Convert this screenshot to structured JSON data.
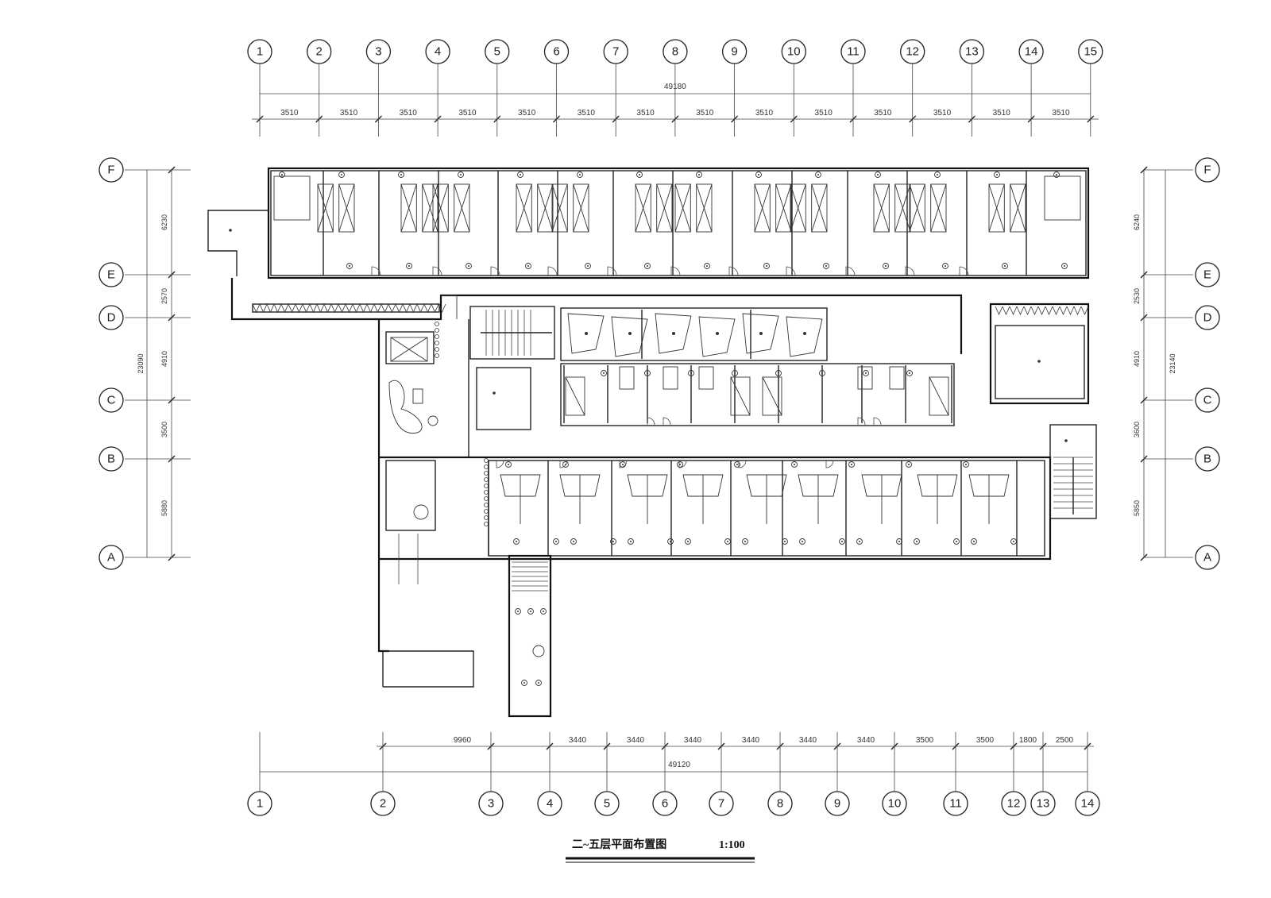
{
  "top_axes": [
    "1",
    "2",
    "3",
    "4",
    "5",
    "6",
    "7",
    "8",
    "9",
    "10",
    "11",
    "12",
    "13",
    "14",
    "15"
  ],
  "top_total": "49180",
  "top_spans": [
    "3510",
    "3510",
    "3510",
    "3510",
    "3510",
    "3510",
    "3510",
    "3510",
    "3510",
    "3510",
    "3510",
    "3510",
    "3510",
    "3510"
  ],
  "bottom_axes": [
    "1",
    "2",
    "3",
    "4",
    "5",
    "6",
    "7",
    "8",
    "9",
    "10",
    "11",
    "12",
    "13",
    "14"
  ],
  "bottom_total": "49120",
  "bottom_spans": [
    "9960",
    "3440",
    "3440",
    "3440",
    "3440",
    "3440",
    "3440",
    "3500",
    "3500",
    "1800",
    "2500"
  ],
  "left_axes": [
    "F",
    "E",
    "D",
    "C",
    "B",
    "A"
  ],
  "left_total": "23090",
  "left_spans": [
    "6230",
    "2570",
    "4910",
    "3500",
    "5880"
  ],
  "right_axes": [
    "F",
    "E",
    "D",
    "C",
    "B",
    "A"
  ],
  "right_total": "23140",
  "right_spans": [
    "6240",
    "2530",
    "4910",
    "3600",
    "5850"
  ],
  "title": "二~五层平面布置图",
  "scale": "1:100",
  "colors": {
    "line": "#222222",
    "background": "#ffffff"
  }
}
